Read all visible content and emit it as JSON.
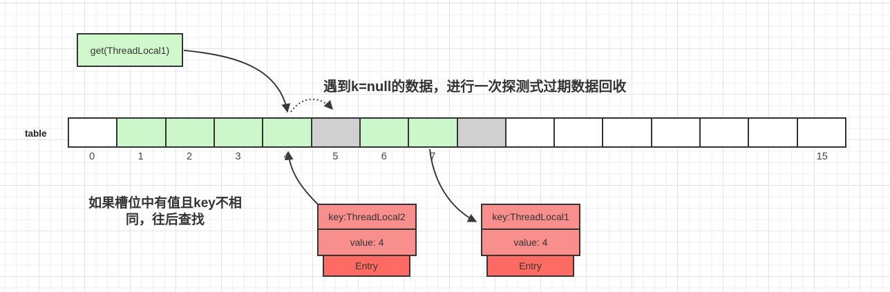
{
  "annotations": {
    "get_box_label": "get(ThreadLocal1)",
    "top_note": "遇到k=null的数据，进行一次探测式过期数据回收",
    "left_note_line1": "如果槽位中有值且key不相",
    "left_note_line2": "同，往后查找"
  },
  "table": {
    "label": "table",
    "slots": [
      {
        "index": "0",
        "fill": "white"
      },
      {
        "index": "1",
        "fill": "green"
      },
      {
        "index": "2",
        "fill": "green"
      },
      {
        "index": "3",
        "fill": "green"
      },
      {
        "index": "4",
        "fill": "green"
      },
      {
        "index": "5",
        "fill": "gray"
      },
      {
        "index": "6",
        "fill": "green"
      },
      {
        "index": "7",
        "fill": "green"
      },
      {
        "index": "",
        "fill": "gray"
      },
      {
        "index": "",
        "fill": "white"
      },
      {
        "index": "",
        "fill": "white"
      },
      {
        "index": "",
        "fill": "white"
      },
      {
        "index": "",
        "fill": "white"
      },
      {
        "index": "",
        "fill": "white"
      },
      {
        "index": "",
        "fill": "white"
      },
      {
        "index": "15",
        "fill": "white"
      }
    ]
  },
  "entries": [
    {
      "key": "key:ThreadLocal2",
      "value": "value: 4",
      "label": "Entry"
    },
    {
      "key": "key:ThreadLocal1",
      "value": "value: 4",
      "label": "Entry"
    }
  ],
  "colors": {
    "slot_white": "#ffffff",
    "slot_green": "#ccf7cb",
    "slot_gray": "#d0d0d0",
    "get_box_fill": "#d0f8cc",
    "entry_light": "#f98f8d",
    "entry_dark": "#ff6b63",
    "stroke": "#333333",
    "arrow": "#3a3a3a"
  }
}
